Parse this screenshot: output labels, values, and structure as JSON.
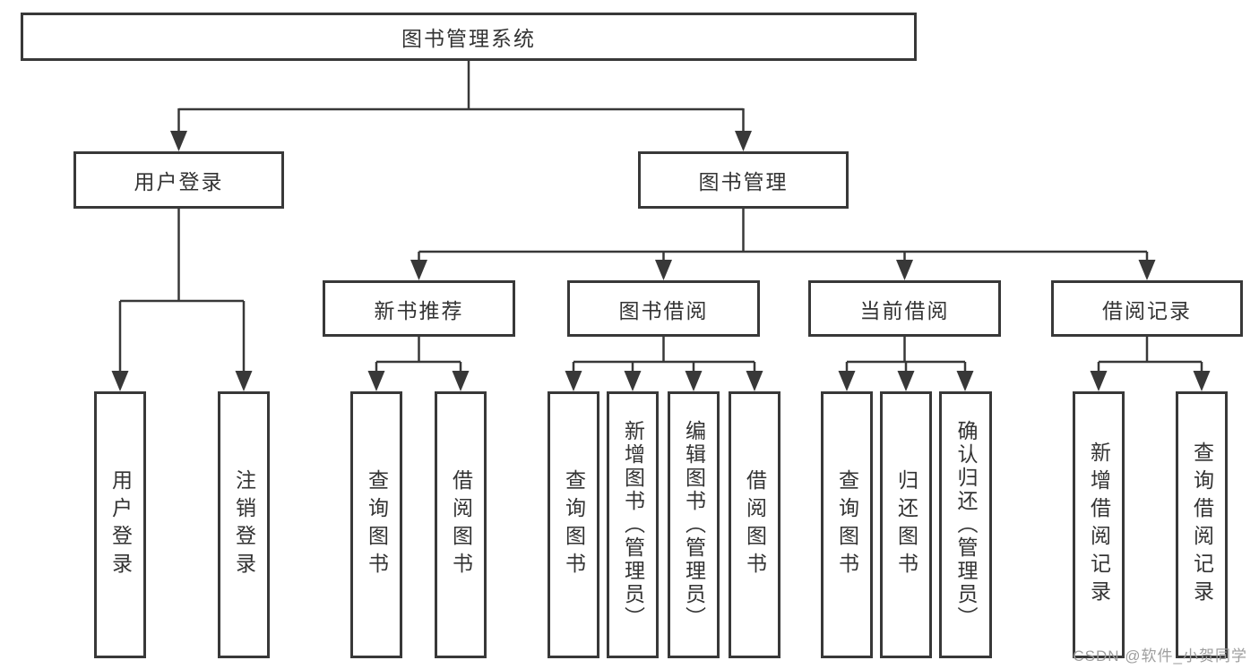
{
  "diagram": {
    "root": {
      "label": "图书管理系统"
    },
    "branches": [
      {
        "label": "用户登录",
        "children": [
          {
            "label": "用户登录"
          },
          {
            "label": "注销登录"
          }
        ]
      },
      {
        "label": "图书管理",
        "children": [
          {
            "label": "新书推荐",
            "children": [
              {
                "label": "查询图书"
              },
              {
                "label": "借阅图书"
              }
            ]
          },
          {
            "label": "图书借阅",
            "children": [
              {
                "label": "查询图书"
              },
              {
                "label": "新增图书（管理员）"
              },
              {
                "label": "编辑图书（管理员）"
              },
              {
                "label": "借阅图书"
              }
            ]
          },
          {
            "label": "当前借阅",
            "children": [
              {
                "label": "查询图书"
              },
              {
                "label": "归还图书"
              },
              {
                "label": "确认归还（管理员）"
              }
            ]
          },
          {
            "label": "借阅记录",
            "children": [
              {
                "label": "新增借阅记录"
              },
              {
                "label": "查询借阅记录"
              }
            ]
          }
        ]
      }
    ]
  },
  "watermark": {
    "text": "CSDN @软件_小贺同学"
  },
  "colors": {
    "line": "#383838",
    "text": "#333333",
    "box_fill": "#ffffff",
    "watermark": "#9e9e9e",
    "background": "#ffffff"
  }
}
